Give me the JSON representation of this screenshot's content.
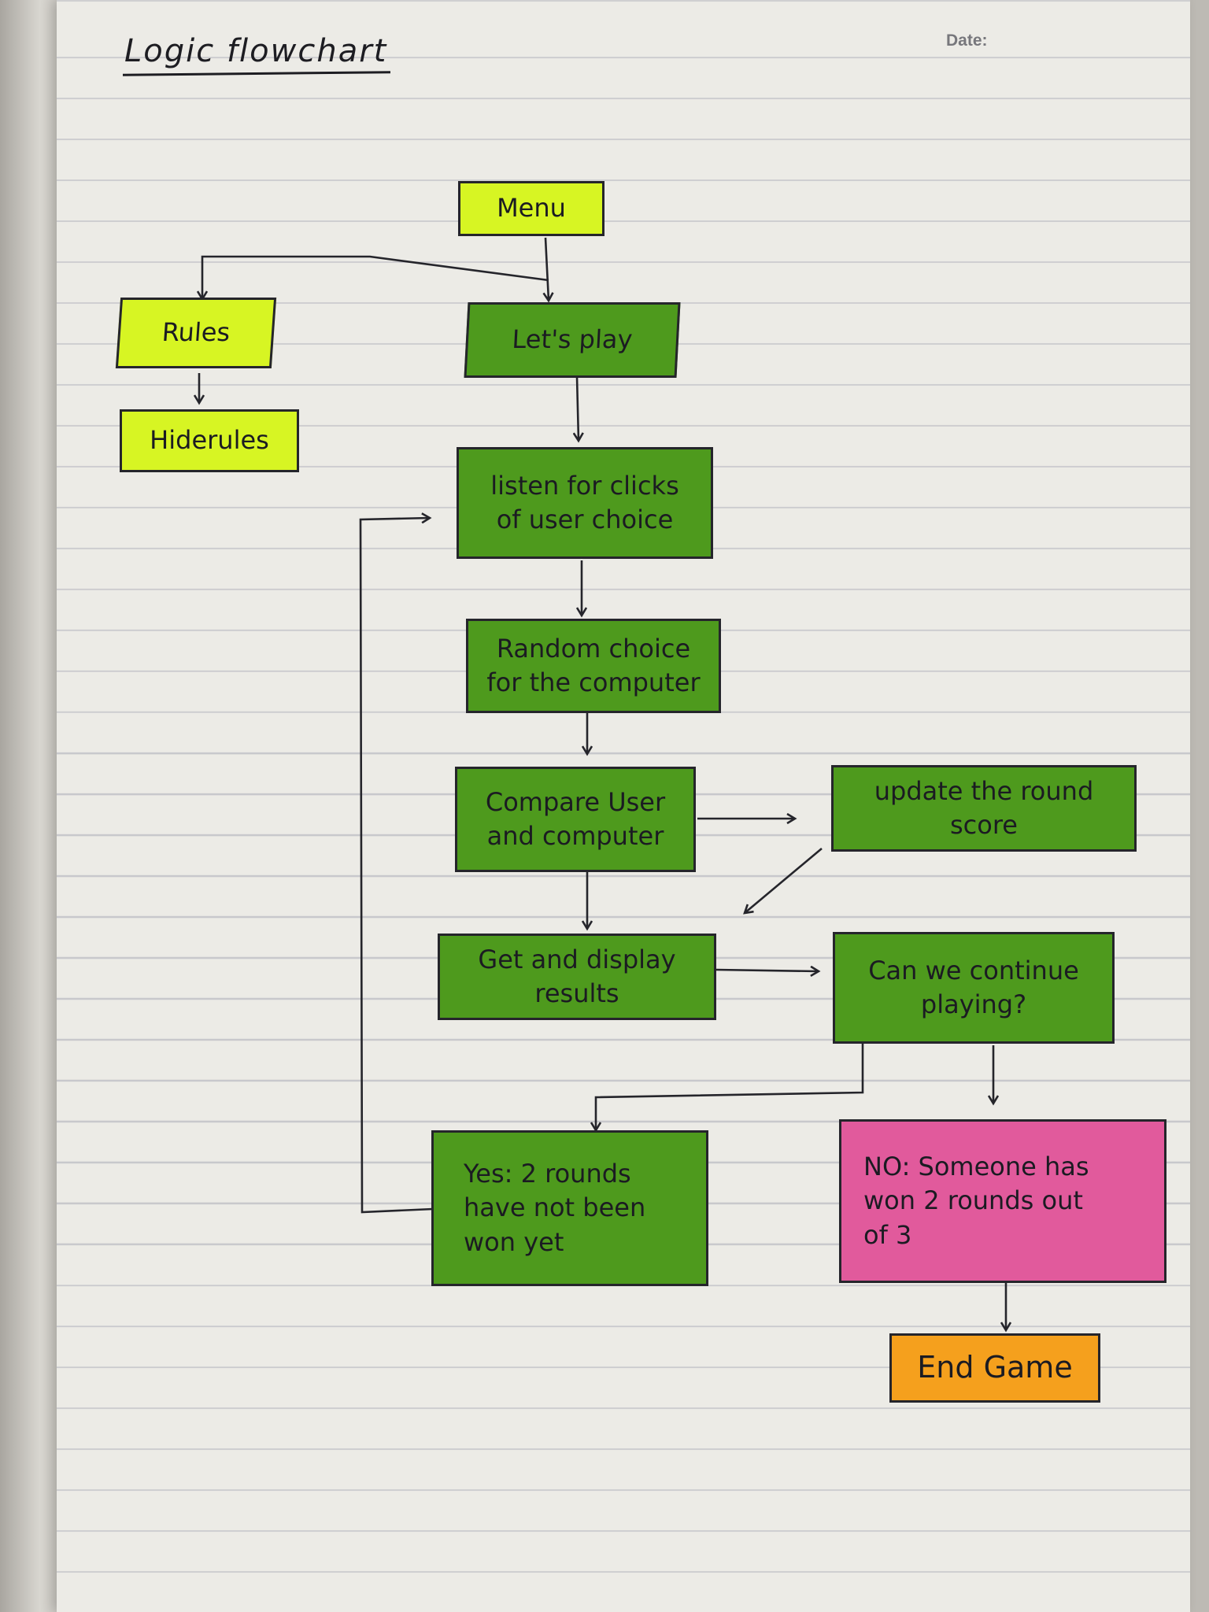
{
  "title": "Logic flowchart",
  "date_label": "Date:",
  "nodes": {
    "menu": "Menu",
    "rules": "Rules",
    "hide_rules": "Hiderules",
    "lets_play": "Let's play",
    "listen": "listen for clicks\nof user choice",
    "random_choice": "Random choice\nfor the computer",
    "compare": "Compare User\nand computer",
    "update_score": "update the round\nscore",
    "get_display": "Get and display\nresults",
    "continue_q": "Can we continue\nplaying?",
    "yes": "Yes: 2 rounds\nhave not been\nwon yet",
    "no": "NO: Someone has\nwon 2 rounds out\nof 3",
    "end_game": "End Game"
  },
  "colors": {
    "lime": "#d7f523",
    "green": "#4e9a1d",
    "pink": "#e15a9c",
    "orange": "#f5a01d",
    "ink": "#25252b"
  }
}
